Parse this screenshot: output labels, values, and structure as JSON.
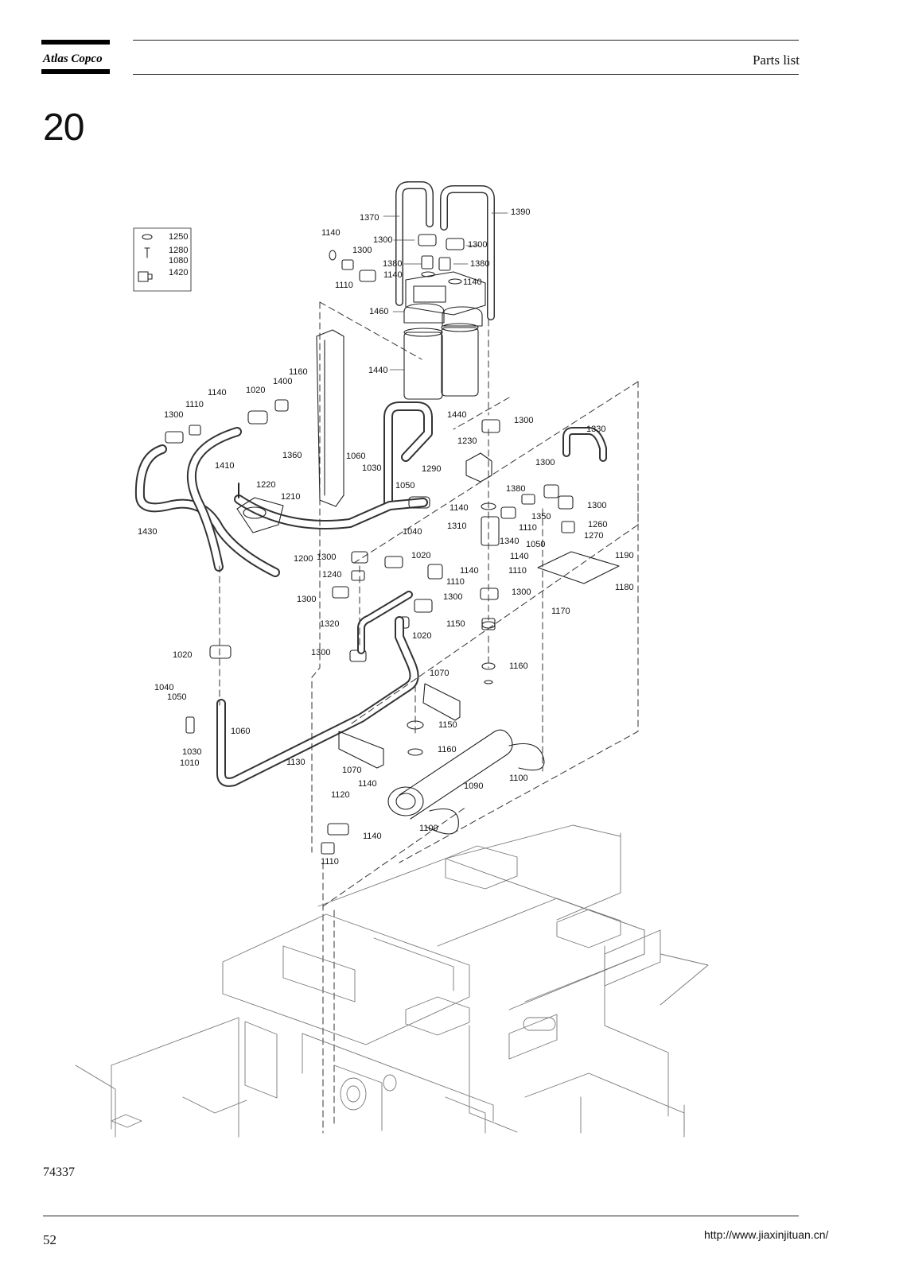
{
  "header": {
    "brand": "Atlas Copco",
    "title": "Parts list"
  },
  "section_number": "20",
  "legend": [
    {
      "icon": "o-ring-icon",
      "number": "1250"
    },
    {
      "icon": "bolt-icon",
      "number": "1280"
    },
    {
      "icon": "",
      "number": "1080"
    },
    {
      "icon": "fitting-icon",
      "number": "1420"
    }
  ],
  "callouts": [
    "1370",
    "1390",
    "1140",
    "1300",
    "1300",
    "1300",
    "1380",
    "1380",
    "1140",
    "1140",
    "1110",
    "1460",
    "1440",
    "1440",
    "1160",
    "1140",
    "1020",
    "1400",
    "1110",
    "1300",
    "1300",
    "1330",
    "1230",
    "1300",
    "1360",
    "1060",
    "1030",
    "1290",
    "1410",
    "1220",
    "1210",
    "1050",
    "1380",
    "1140",
    "1300",
    "1350",
    "1310",
    "1110",
    "1260",
    "1270",
    "1040",
    "1430",
    "1340",
    "1050",
    "1190",
    "1200",
    "1300",
    "1020",
    "1140",
    "1140",
    "1240",
    "1110",
    "1110",
    "1180",
    "1300",
    "1300",
    "1300",
    "1170",
    "1320",
    "1150",
    "1020",
    "1020",
    "1300",
    "1160",
    "1070",
    "1040",
    "1050",
    "1150",
    "1060",
    "1030",
    "1160",
    "1010",
    "1130",
    "1070",
    "1100",
    "1140",
    "1090",
    "1120",
    "1100",
    "1140",
    "1110"
  ],
  "figure_id": "74337",
  "footer": {
    "page": "52",
    "url": "http://www.jiaxinjituan.cn/"
  }
}
